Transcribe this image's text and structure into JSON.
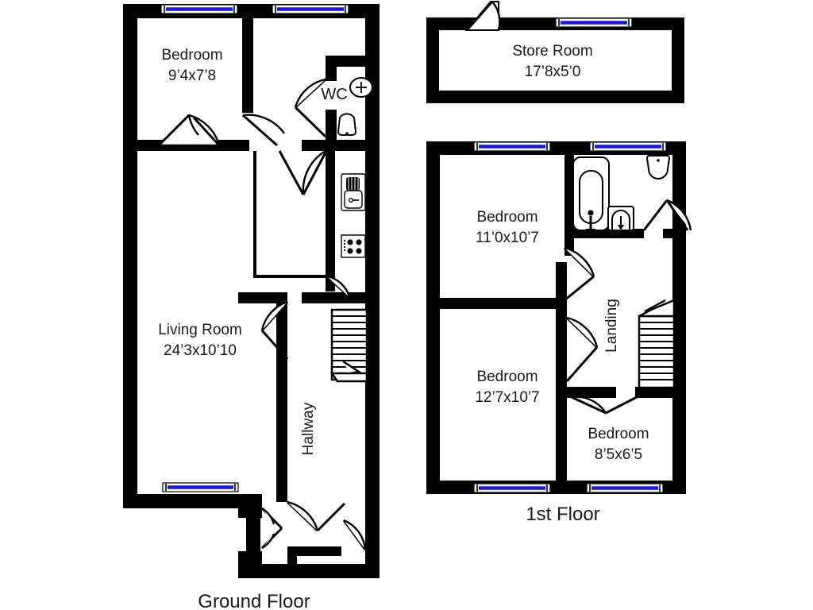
{
  "document": {
    "type": "property-floorplan",
    "line_color": "#000000",
    "window_color": "#1919e6",
    "background": "#ffffff"
  },
  "ground_floor": {
    "title": "Ground Floor",
    "rooms": [
      {
        "name": "Bedroom",
        "dimensions": "9’4x7’8"
      },
      {
        "name": "Living Room",
        "dimensions": "24’3x10’10"
      },
      {
        "name": "WC",
        "dimensions": ""
      },
      {
        "name": "Hallway",
        "dimensions": ""
      }
    ],
    "fixtures": [
      "sink-with-drainer",
      "hob-four-burner",
      "toilet",
      "wash-basin",
      "staircase"
    ],
    "windows": 3,
    "doors": 6
  },
  "store_room": {
    "title": "",
    "rooms": [
      {
        "name": "Store Room",
        "dimensions": "17’8x5’0"
      }
    ],
    "windows": 1,
    "doors": 1
  },
  "first_floor": {
    "title": "1st Floor",
    "rooms": [
      {
        "name": "Bedroom",
        "dimensions": "11’0x10’7"
      },
      {
        "name": "Bedroom",
        "dimensions": "12’7x10’7"
      },
      {
        "name": "Bedroom",
        "dimensions": "8’5x6’5"
      },
      {
        "name": "Landing",
        "dimensions": ""
      }
    ],
    "fixtures": [
      "bath",
      "toilet",
      "wash-basin",
      "staircase"
    ],
    "windows": 4,
    "doors": 4
  }
}
